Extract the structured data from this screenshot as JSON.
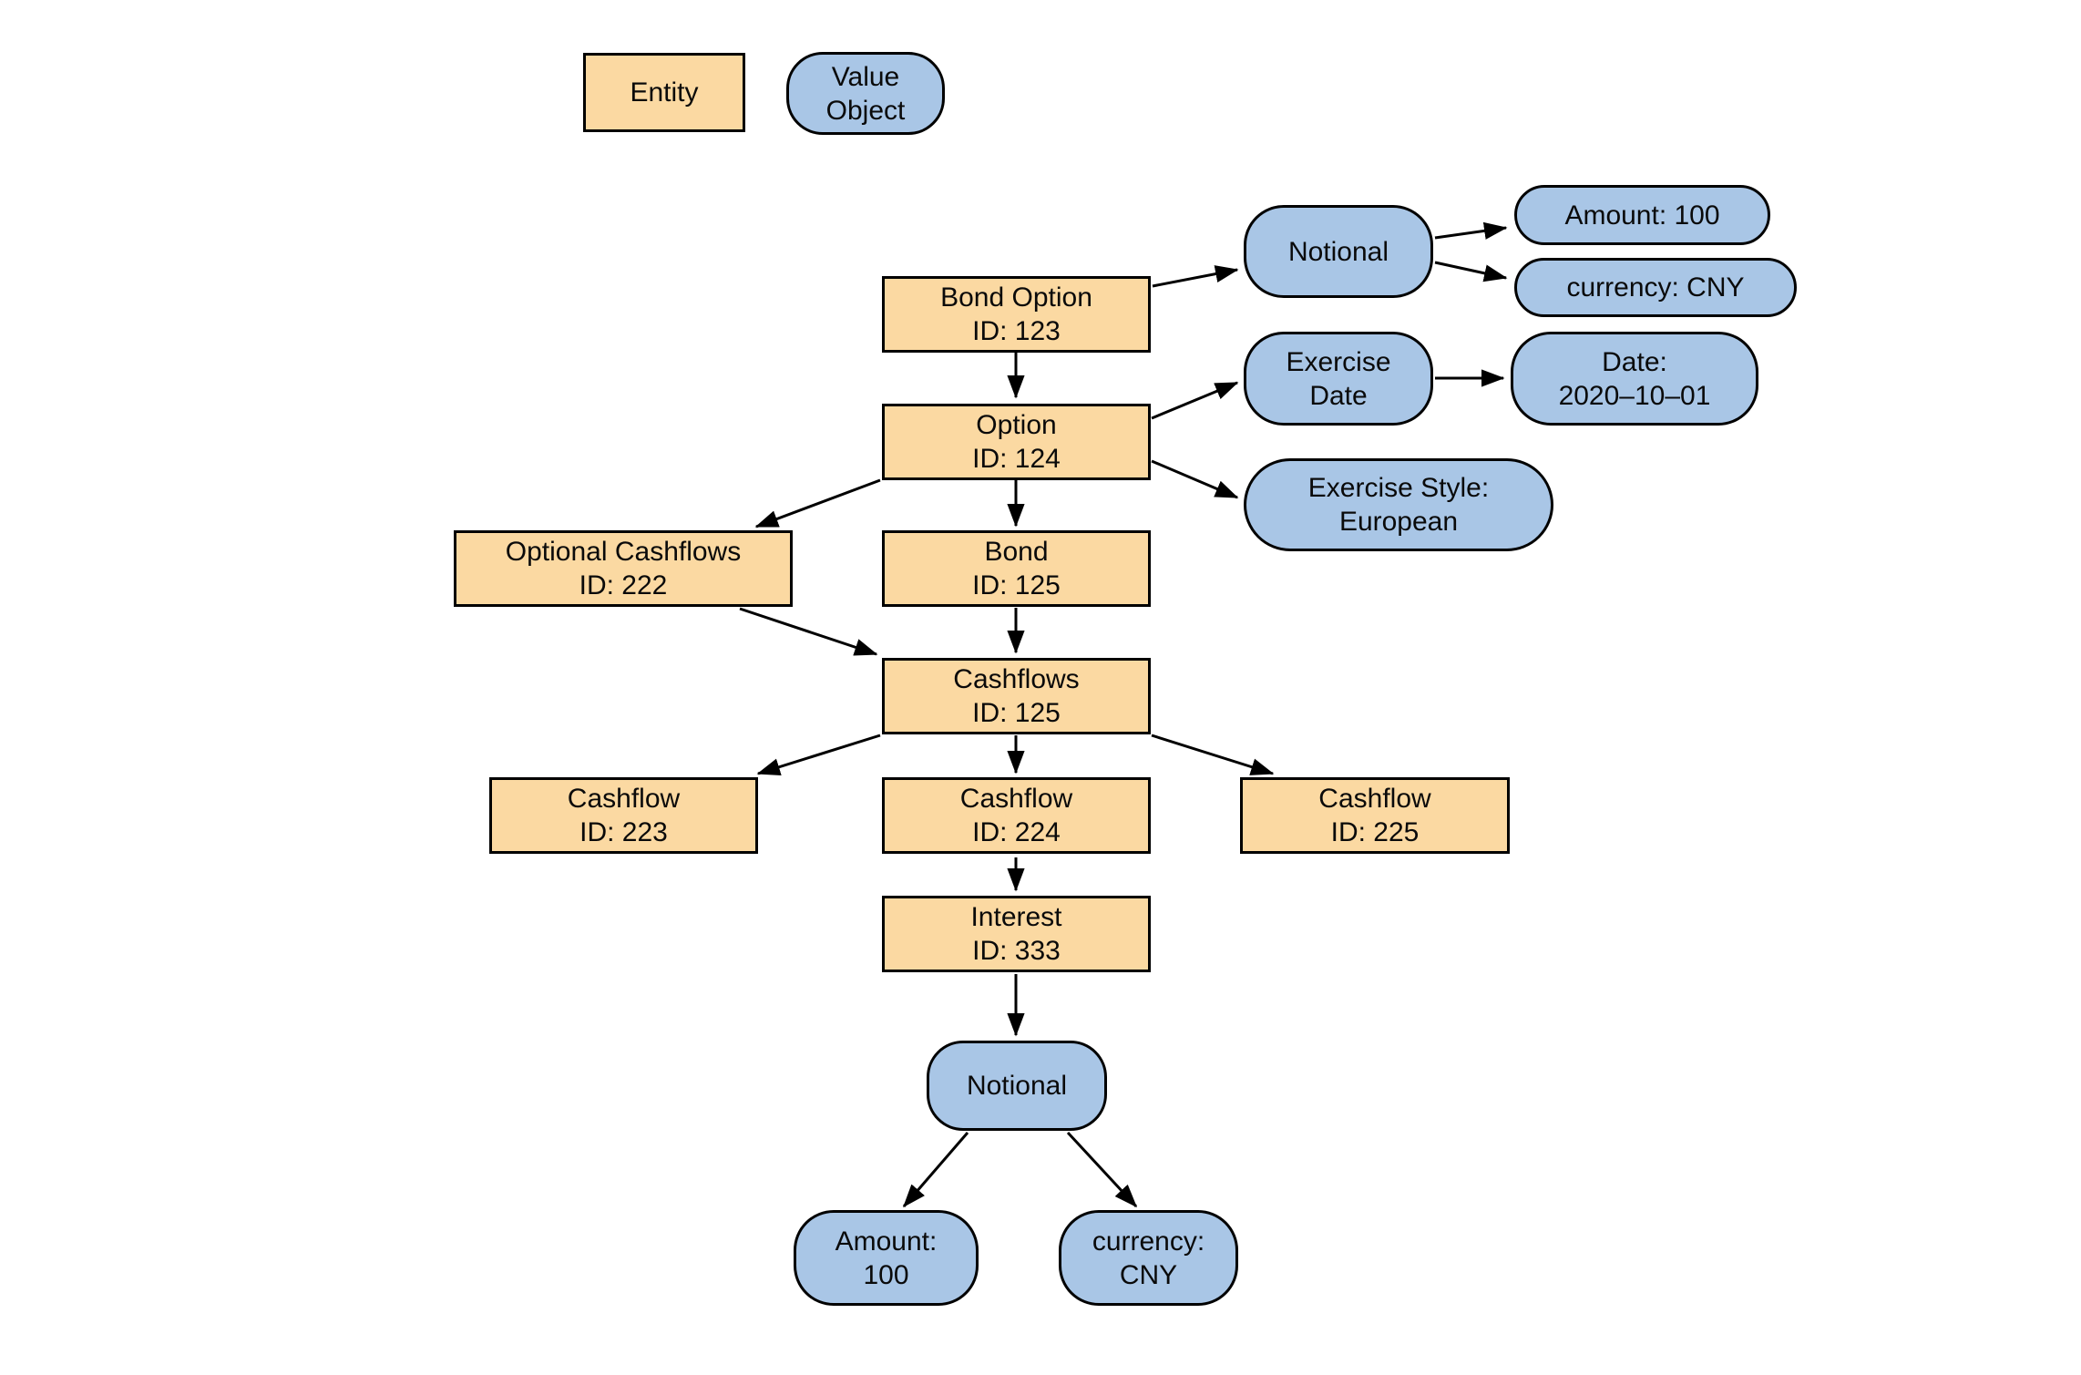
{
  "legend": {
    "entity": {
      "line1": "Entity"
    },
    "value_object": {
      "line1": "Value",
      "line2": "Object"
    }
  },
  "nodes": {
    "bond_option": {
      "type": "entity",
      "line1": "Bond Option",
      "line2": "ID: 123"
    },
    "notional_top": {
      "type": "value-object",
      "line1": "Notional"
    },
    "amount_top": {
      "type": "value-object",
      "line1": "Amount: 100"
    },
    "currency_top": {
      "type": "value-object",
      "line1": "currency: CNY"
    },
    "option": {
      "type": "entity",
      "line1": "Option",
      "line2": "ID: 124"
    },
    "exercise_date": {
      "type": "value-object",
      "line1": "Exercise",
      "line2": "Date"
    },
    "date_value": {
      "type": "value-object",
      "line1": "Date:",
      "line2": "2020–10–01"
    },
    "exercise_style": {
      "type": "value-object",
      "line1": "Exercise Style:",
      "line2": "European"
    },
    "optional_cashflows": {
      "type": "entity",
      "line1": "Optional Cashflows",
      "line2": "ID: 222"
    },
    "bond": {
      "type": "entity",
      "line1": "Bond",
      "line2": "ID: 125"
    },
    "cashflows": {
      "type": "entity",
      "line1": "Cashflows",
      "line2": "ID: 125"
    },
    "cashflow_223": {
      "type": "entity",
      "line1": "Cashflow",
      "line2": "ID: 223"
    },
    "cashflow_224": {
      "type": "entity",
      "line1": "Cashflow",
      "line2": "ID: 224"
    },
    "cashflow_225": {
      "type": "entity",
      "line1": "Cashflow",
      "line2": "ID: 225"
    },
    "interest": {
      "type": "entity",
      "line1": "Interest",
      "line2": "ID: 333"
    },
    "notional_bottom": {
      "type": "value-object",
      "line1": "Notional"
    },
    "amount_bottom": {
      "type": "value-object",
      "line1": "Amount:",
      "line2": "100"
    },
    "currency_bottom": {
      "type": "value-object",
      "line1": "currency:",
      "line2": "CNY"
    }
  },
  "colors": {
    "entity_fill": "#FBD9A2",
    "value_object_fill": "#A9C6E6",
    "border": "#000000",
    "arrow": "#000000",
    "background": "#FFFFFF"
  }
}
